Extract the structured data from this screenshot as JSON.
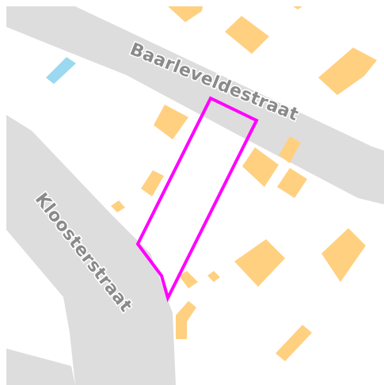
{
  "map": {
    "streets": [
      {
        "id": "baarleveldestraat",
        "name": "Baarleveldestraat"
      },
      {
        "id": "kloosterstraat",
        "name": "Kloosterstraat"
      }
    ],
    "colors": {
      "road": "#dddddd",
      "building": "#ffd080",
      "water": "#9ad9f0",
      "parcel_outline": "#ff00ff",
      "label_fill": "#8a8a8a",
      "label_halo": "#ffffff"
    }
  }
}
